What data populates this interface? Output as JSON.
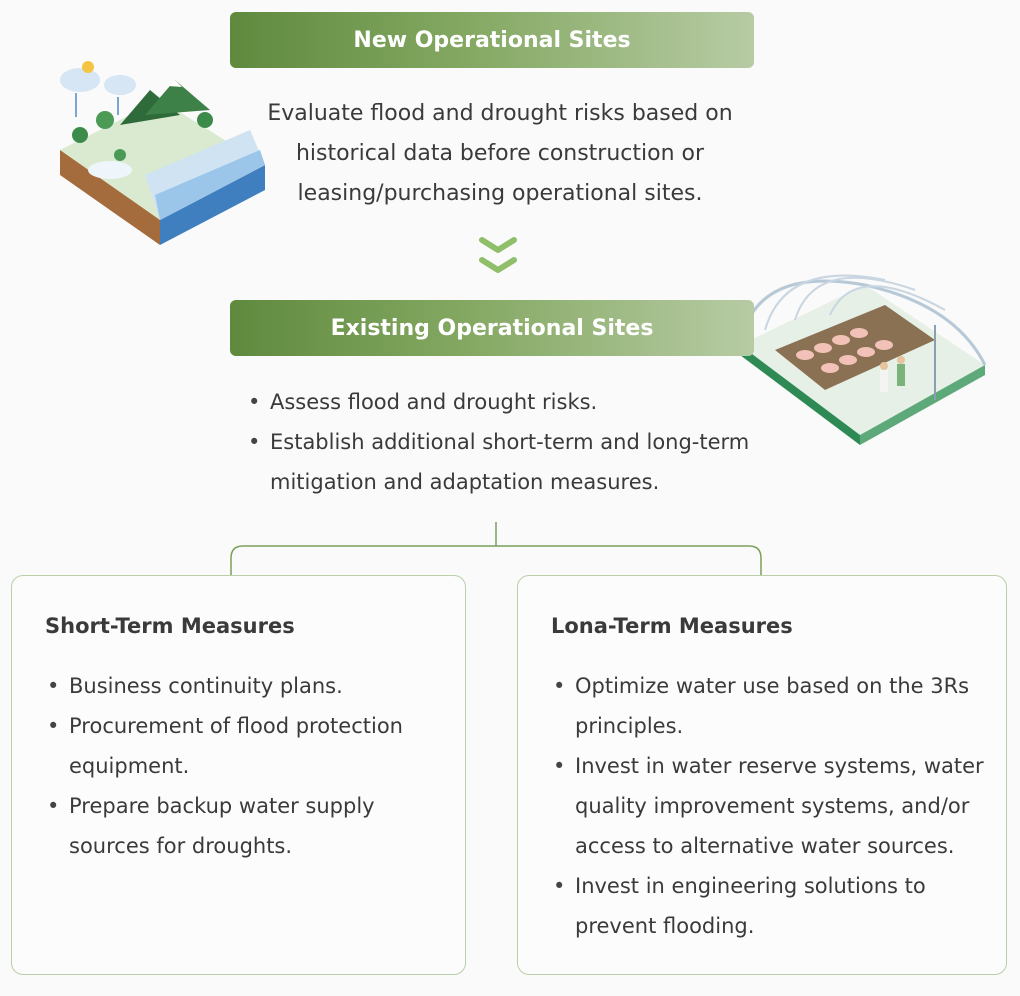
{
  "new_sites": {
    "title": "New Operational Sites",
    "description": "Evaluate flood and drought risks based on historical data before construction or leasing/purchasing operational sites."
  },
  "existing_sites": {
    "title": "Existing Operational Sites",
    "items": [
      "Assess flood and drought risks.",
      "Establish additional short-term and long-term mitigation and adaptation measures."
    ]
  },
  "short_term": {
    "title": "Short-Term Measures",
    "items": [
      "Business continuity plans.",
      "Procurement of flood protection equipment.",
      "Prepare backup water supply sources for droughts."
    ]
  },
  "long_term": {
    "title": "Lona-Term Measures",
    "items": [
      "Optimize water use based on the 3Rs principles.",
      "Invest in water reserve systems, water quality improvement systems, and/or access to alternative water sources.",
      "Invest in engineering solutions to prevent flooding."
    ]
  },
  "colors": {
    "banner_start": "#5f8a3e",
    "banner_end": "#b7cba4",
    "chevron": "#8fbf6a",
    "card_border": "#b9cfa8"
  },
  "icons": [
    "landscape-illustration",
    "greenhouse-livestock-illustration",
    "double-chevron-down-icon"
  ]
}
